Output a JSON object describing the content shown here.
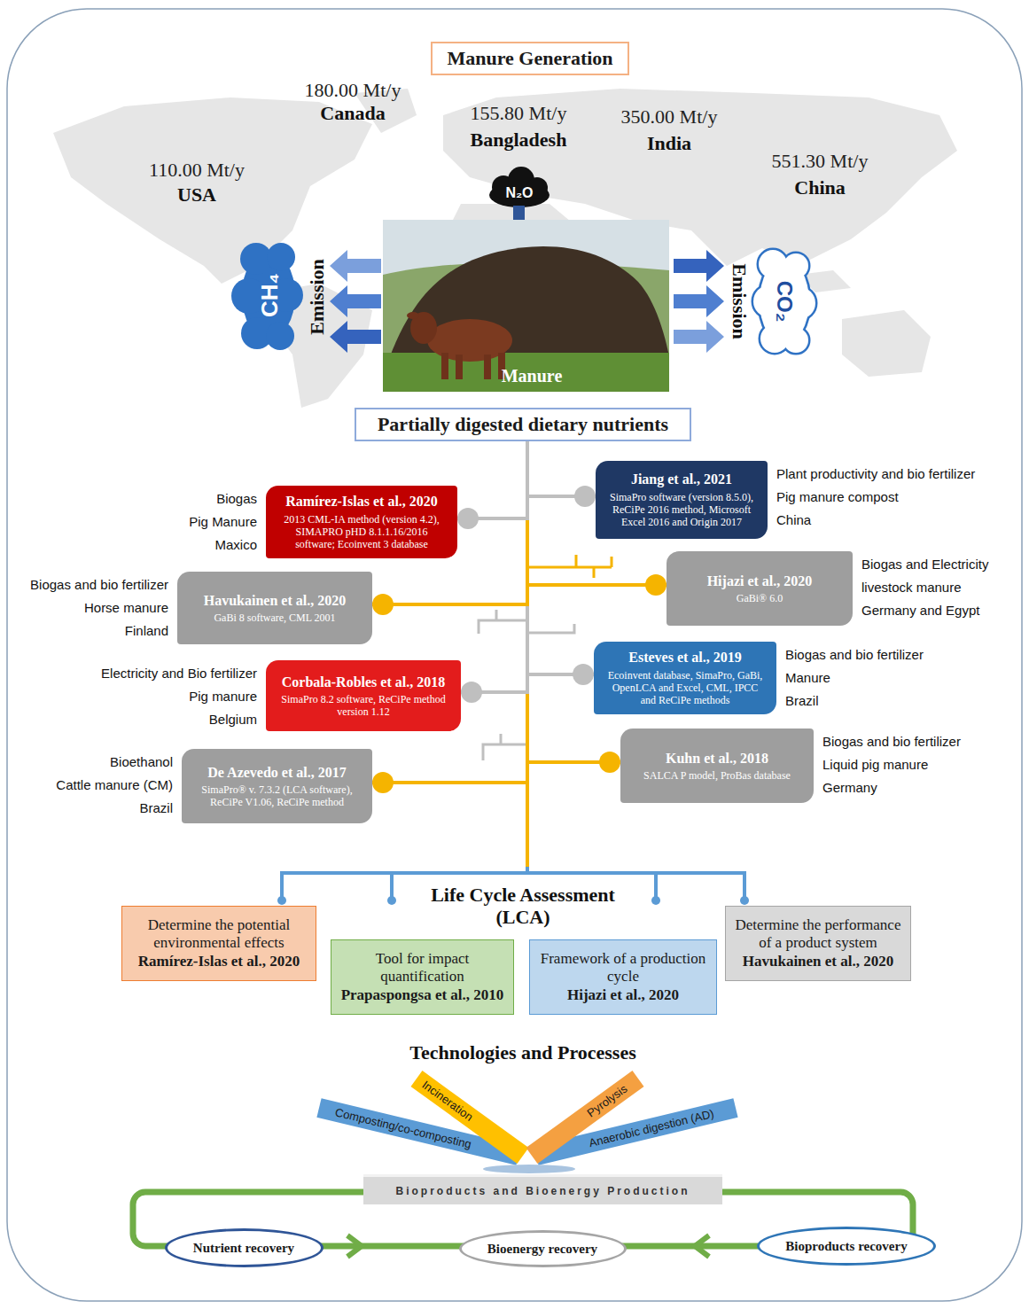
{
  "diagram": {
    "nodes": [
      {
        "text": [
          "Manure Generation"
        ]
      },
      {
        "text": [
          "Partially digested dietary nutrients"
        ]
      },
      {
        "text": [
          "Jiang et al., 2021",
          "SimaPro software (version 8.5.0), ReCiPe 2016 method, Microsoft Excel 2016 and Origin 2017"
        ]
      },
      {
        "text": [
          "Ramírez-Islas et al., 2020",
          "2013 CML-IA method (version 4.2), SIMAPRO pHD 8.1.1.16/2016 software; Ecoinvent 3 database"
        ]
      },
      {
        "text": [
          "Hijazi et al., 2020",
          "GaBi® 6.0"
        ]
      },
      {
        "text": [
          "Havukainen et al., 2020",
          "GaBi 8 software, CML 2001"
        ]
      },
      {
        "text": [
          "Esteves et al., 2019",
          "Ecoinvent database, SimaPro, GaBi, OpenLCA and Excel, CML, IPCC and ReCiPe methods"
        ]
      },
      {
        "text": [
          "Corbala-Robles et al., 2018",
          "SimaPro 8.2 software, ReCiPe method version 1.12"
        ]
      },
      {
        "text": [
          "Kuhn et al., 2018",
          "SALCA P model, ProBas database"
        ]
      },
      {
        "text": [
          "De Azevedo et al., 2017",
          "SimaPro® v. 7.3.2 (LCA software), ReCiPe V1.06, ReCiPe method"
        ]
      },
      {
        "text": [
          "Determine the potential environmental effects",
          "Ramírez-Islas et al., 2020"
        ]
      },
      {
        "text": [
          "Tool for impact quantification",
          "Prapaspongsa et al., 2010"
        ]
      },
      {
        "text": [
          "Framework of a production cycle",
          "Hijazi et al., 2020"
        ]
      },
      {
        "text": [
          "Determine the performance of a product system",
          "Havukainen et al., 2020"
        ]
      },
      {
        "text": [
          "Bioproducts and Bioenergy Production"
        ]
      },
      {
        "text": [
          "Nutrient recovery"
        ]
      },
      {
        "text": [
          "Bioenergy recovery"
        ]
      },
      {
        "text": [
          "Bioproducts recovery"
        ]
      }
    ],
    "edges": [
      {
        "from": 1,
        "to": 2,
        "arrow": "none"
      },
      {
        "from": 1,
        "to": 3,
        "arrow": "none"
      },
      {
        "from": 1,
        "to": 4,
        "arrow": "none"
      },
      {
        "from": 1,
        "to": 5,
        "arrow": "none"
      },
      {
        "from": 1,
        "to": 6,
        "arrow": "none"
      },
      {
        "from": 1,
        "to": 7,
        "arrow": "none"
      },
      {
        "from": 1,
        "to": 8,
        "arrow": "none"
      },
      {
        "from": 1,
        "to": 9,
        "arrow": "none"
      }
    ],
    "labels": [
      "180.00 Mt/y",
      "Canada",
      "155.80 Mt/y",
      "Bangladesh",
      "350.00 Mt/y",
      "India",
      "110.00 Mt/y",
      "USA",
      "551.30 Mt/y",
      "China",
      "N₂O",
      "CH₄",
      "Emission",
      "CO₂",
      "Emission",
      "Manure",
      "Plant productivity and bio fertilizer",
      "Pig manure compost",
      "China",
      "Biogas",
      "Pig Manure",
      "Maxico",
      "Biogas and Electricity",
      "livestock manure",
      "Germany and Egypt",
      "Biogas and bio fertilizer",
      "Horse manure",
      "Finland",
      "Biogas and bio fertilizer",
      "Manure",
      "Brazil",
      "Electricity and Bio fertilizer",
      "Pig manure",
      "Belgium",
      "Biogas and bio fertilizer",
      "Liquid pig manure",
      "Germany",
      "Bioethanol",
      "Cattle manure (CM)",
      "Brazil",
      "Life Cycle Assessment (LCA)",
      "Technologies and Processes",
      "Composting/co-composting",
      "Incineration",
      "Pyrolysis",
      "Anaerobic digestion (AD)"
    ]
  }
}
